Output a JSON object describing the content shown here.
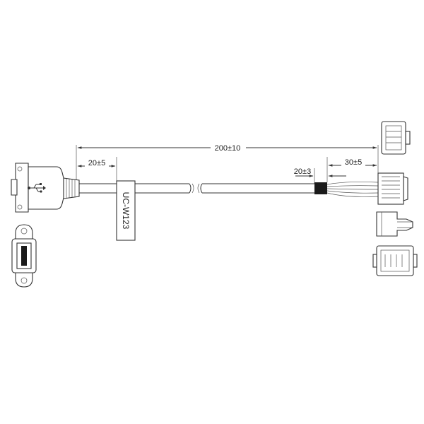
{
  "dimensions": {
    "overall_length": "200±10",
    "label_offset": "20±5",
    "jacket_strip": "20±3",
    "wire_breakout": "30±5"
  },
  "cable_label": {
    "text": "UC-W123"
  },
  "icons": {
    "usb_symbol": "usb-icon"
  }
}
